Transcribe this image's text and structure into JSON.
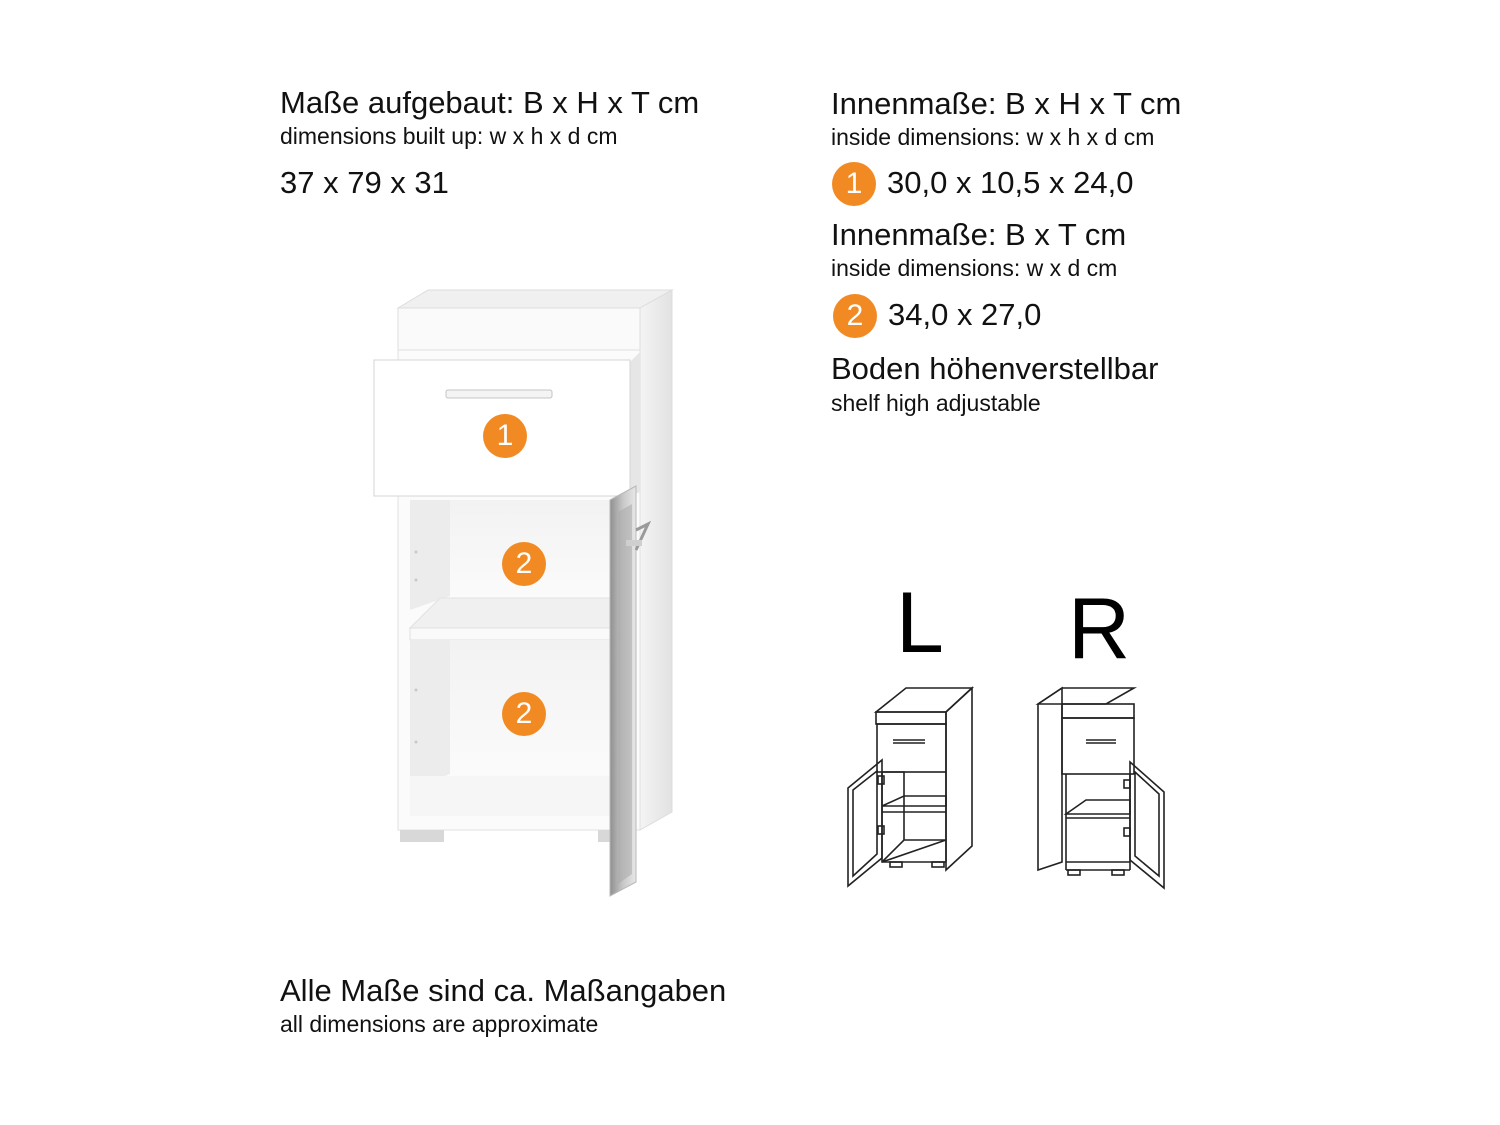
{
  "left": {
    "heading_de": "Maße aufgebaut: B x H x T cm",
    "heading_en": "dimensions built up: w x h x d cm",
    "outer_dimensions": "37 x 79 x 31"
  },
  "right": {
    "inside1_de": "Innenmaße: B x H x T cm",
    "inside1_en": "inside dimensions: w x h x d cm",
    "item1_number": "1",
    "item1_value": "30,0 x 10,5 x 24,0",
    "inside2_de": "Innenmaße: B x T cm",
    "inside2_en": "inside dimensions: w x d cm",
    "item2_number": "2",
    "item2_value": "34,0 x 27,0",
    "shelf_de": "Boden höhenverstellbar",
    "shelf_en": "shelf high adjustable"
  },
  "diagram": {
    "marker_drawer": "1",
    "marker_upper_compartment": "2",
    "marker_lower_compartment": "2",
    "accent_color": "#F28A24"
  },
  "variants": {
    "left_label": "L",
    "right_label": "R"
  },
  "footer": {
    "note_de": "Alle Maße sind ca. Maßangaben",
    "note_en": "all dimensions are approximate"
  }
}
